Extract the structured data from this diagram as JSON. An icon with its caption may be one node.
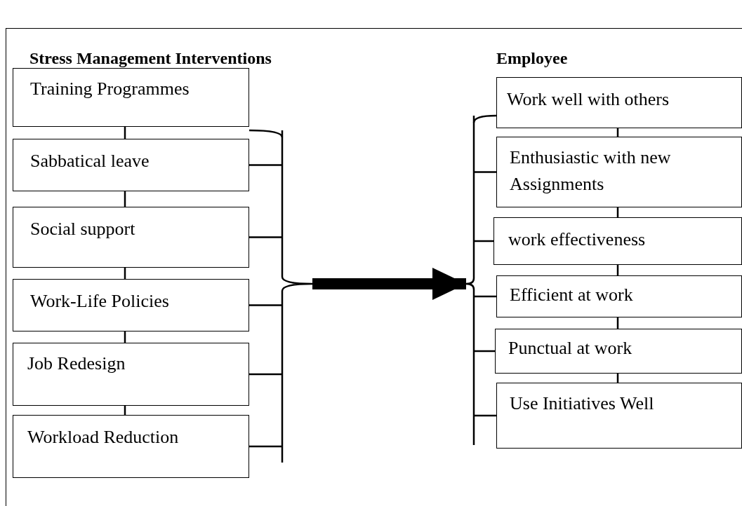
{
  "diagram": {
    "nodes": [
      {
        "text": [
          "Training Programmes"
        ]
      },
      {
        "text": [
          "Sabbatical leave"
        ]
      },
      {
        "text": [
          "Social support"
        ]
      },
      {
        "text": [
          "Work-Life Policies"
        ]
      },
      {
        "text": [
          "Job Redesign"
        ]
      },
      {
        "text": [
          "Workload Reduction"
        ]
      },
      {
        "text": [],
        "shape": "bracket"
      },
      {
        "text": [],
        "shape": "bracket"
      },
      {
        "text": [
          "Work well with others"
        ]
      },
      {
        "text": [
          "Enthusiastic with new Assignments"
        ]
      },
      {
        "text": [
          "work effectiveness"
        ]
      },
      {
        "text": [
          "Efficient at work"
        ]
      },
      {
        "text": [
          "Punctual at work"
        ]
      },
      {
        "text": [
          "Use Initiatives Well"
        ]
      }
    ],
    "edges": [
      {
        "from": 0,
        "to": 1,
        "arrow": "none"
      },
      {
        "from": 1,
        "to": 2,
        "arrow": "none"
      },
      {
        "from": 2,
        "to": 3,
        "arrow": "none"
      },
      {
        "from": 3,
        "to": 4,
        "arrow": "none"
      },
      {
        "from": 4,
        "to": 5,
        "arrow": "none"
      },
      {
        "from": 8,
        "to": 9,
        "arrow": "none"
      },
      {
        "from": 9,
        "to": 10,
        "arrow": "none"
      },
      {
        "from": 10,
        "to": 11,
        "arrow": "none"
      },
      {
        "from": 11,
        "to": 12,
        "arrow": "none"
      },
      {
        "from": 12,
        "to": 13,
        "arrow": "none"
      },
      {
        "from": 0,
        "to": 6,
        "arrow": "none"
      },
      {
        "from": 1,
        "to": 6,
        "arrow": "none"
      },
      {
        "from": 2,
        "to": 6,
        "arrow": "none"
      },
      {
        "from": 3,
        "to": 6,
        "arrow": "none"
      },
      {
        "from": 4,
        "to": 6,
        "arrow": "none"
      },
      {
        "from": 5,
        "to": 6,
        "arrow": "none"
      },
      {
        "from": 7,
        "to": 8,
        "arrow": "none"
      },
      {
        "from": 7,
        "to": 9,
        "arrow": "none"
      },
      {
        "from": 7,
        "to": 10,
        "arrow": "none"
      },
      {
        "from": 7,
        "to": 11,
        "arrow": "none"
      },
      {
        "from": 7,
        "to": 12,
        "arrow": "none"
      },
      {
        "from": 7,
        "to": 13,
        "arrow": "none"
      },
      {
        "from": 6,
        "to": 7,
        "arrow": "to",
        "style": "thick"
      }
    ],
    "labels": [
      "Stress Management Interventions",
      "Employee"
    ]
  }
}
